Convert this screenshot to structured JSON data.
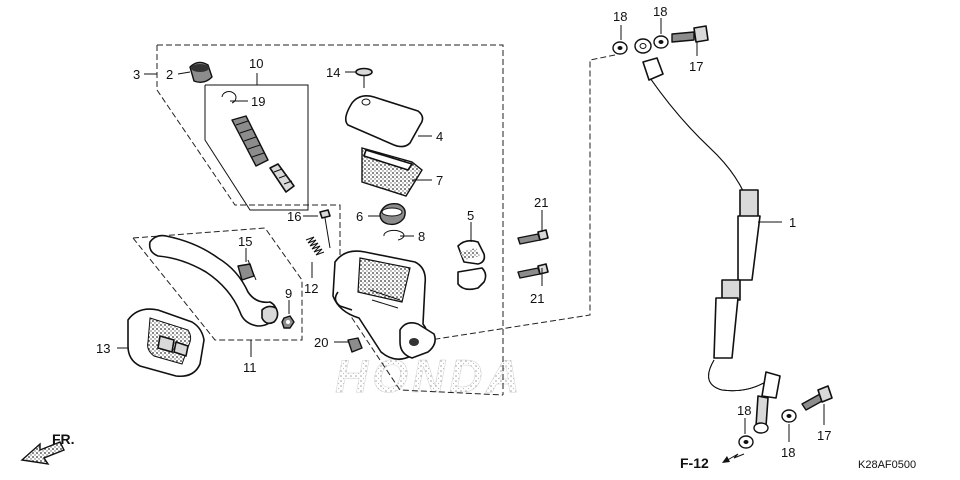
{
  "diagram": {
    "code": "K28AF0500",
    "direction_label": "FR.",
    "ref_label": "F-12",
    "watermark": "HONDA"
  },
  "callouts": [
    {
      "id": "c1",
      "label": "1"
    },
    {
      "id": "c2",
      "label": "2"
    },
    {
      "id": "c3",
      "label": "3"
    },
    {
      "id": "c4",
      "label": "4"
    },
    {
      "id": "c5",
      "label": "5"
    },
    {
      "id": "c6",
      "label": "6"
    },
    {
      "id": "c7",
      "label": "7"
    },
    {
      "id": "c8",
      "label": "8"
    },
    {
      "id": "c9",
      "label": "9"
    },
    {
      "id": "c10",
      "label": "10"
    },
    {
      "id": "c11",
      "label": "11"
    },
    {
      "id": "c12",
      "label": "12"
    },
    {
      "id": "c13",
      "label": "13"
    },
    {
      "id": "c14",
      "label": "14"
    },
    {
      "id": "c15",
      "label": "15"
    },
    {
      "id": "c16",
      "label": "16"
    },
    {
      "id": "c17a",
      "label": "17"
    },
    {
      "id": "c17b",
      "label": "17"
    },
    {
      "id": "c18a",
      "label": "18"
    },
    {
      "id": "c18b",
      "label": "18"
    },
    {
      "id": "c18c",
      "label": "18"
    },
    {
      "id": "c18d",
      "label": "18"
    },
    {
      "id": "c19",
      "label": "19"
    },
    {
      "id": "c20",
      "label": "20"
    },
    {
      "id": "c21a",
      "label": "21"
    },
    {
      "id": "c21b",
      "label": "21"
    }
  ]
}
